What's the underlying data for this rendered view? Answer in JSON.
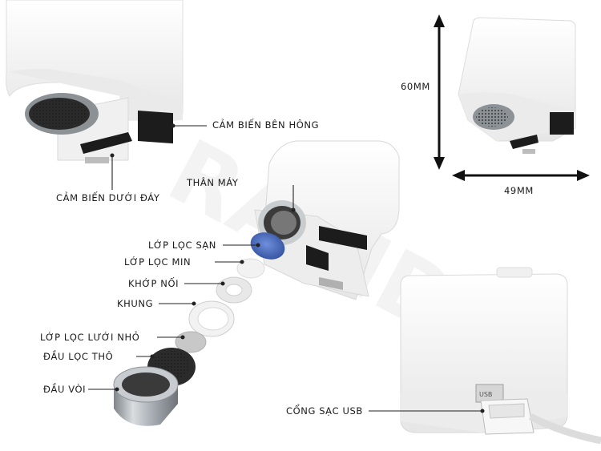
{
  "watermark": "RAPIDY",
  "watermark_registered": "®",
  "labels": {
    "side_sensor": "CẢM BIẾN BÊN HÔNG",
    "bottom_sensor": "CẢM BIẾN DƯỚI ĐÁY",
    "body": "THÂN MÁY",
    "sand_filter": "LỚP LỌC SẠN",
    "fine_filter": "LỚP LỌC MIN",
    "joint": "KHỚP NỐI",
    "frame": "KHUNG",
    "mesh_filter": "LỚP LỌC LƯỚI NHỎ",
    "coarse_head": "ĐẦU LỌC THÔ",
    "nozzle": "ĐẦU VÒI",
    "height": "60MM",
    "width": "49MM",
    "usb_port": "CỔNG SẠC USB",
    "usb_text": "USB"
  },
  "colors": {
    "body_white": "#f4f4f4",
    "sensor_black": "#1c1c1c",
    "filter_blue": "#4a6fc4",
    "metal": "#a9aeb3",
    "line": "#222222"
  }
}
